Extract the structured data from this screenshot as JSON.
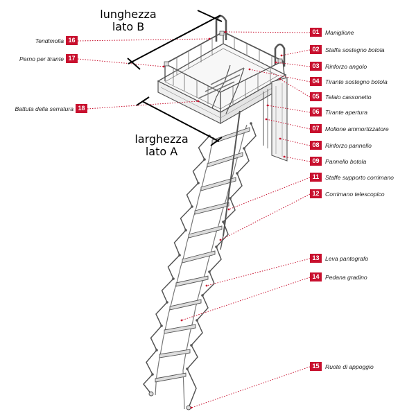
{
  "diagram": {
    "accent_color": "#c8102e",
    "dimension_labels": {
      "length": {
        "line1": "lunghezza",
        "line2": "lato B"
      },
      "width": {
        "line1": "larghezza",
        "line2": "lato A"
      }
    },
    "parts": [
      {
        "number": "01",
        "name": "Maniglione"
      },
      {
        "number": "02",
        "name": "Staffa sostegno botola"
      },
      {
        "number": "03",
        "name": "Rinforzo angolo"
      },
      {
        "number": "04",
        "name": "Tirante sostegno botola"
      },
      {
        "number": "05",
        "name": "Telaio  cassonetto"
      },
      {
        "number": "06",
        "name": "Tirante apertura"
      },
      {
        "number": "07",
        "name": "Mollone  ammortizzatore"
      },
      {
        "number": "08",
        "name": "Rinforzo pannello"
      },
      {
        "number": "09",
        "name": "Pannello botola"
      },
      {
        "number": "11",
        "name": "Staffe supporto corrimano"
      },
      {
        "number": "12",
        "name": "Corrimano telescopico"
      },
      {
        "number": "13",
        "name": "Leva pantografo"
      },
      {
        "number": "14",
        "name": "Pedana gradino"
      },
      {
        "number": "15",
        "name": "Ruote di appoggio"
      },
      {
        "number": "16",
        "name": "Tendimolla"
      },
      {
        "number": "17",
        "name": "Perno per tirante"
      },
      {
        "number": "18",
        "name": "Battuta della serratura"
      }
    ]
  }
}
